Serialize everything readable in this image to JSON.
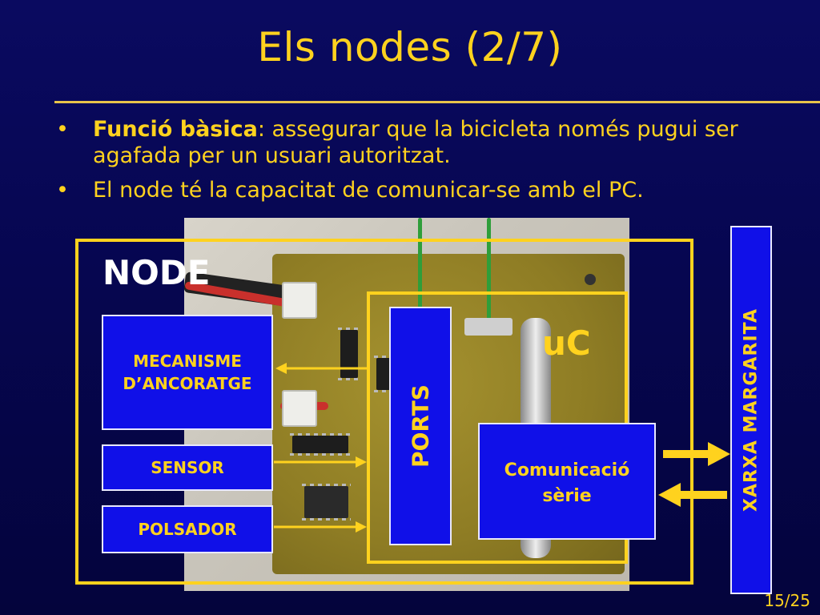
{
  "slide": {
    "title": "Els nodes (2/7)",
    "page_number": "15/25",
    "bullets": [
      {
        "bold": "Funció bàsica",
        "text": ": assegurar que la bicicleta només pugui ser agafada per un usuari autoritzat."
      },
      {
        "bold": "",
        "text": "El node té la capacitat  de comunicar-se amb el PC."
      }
    ],
    "bullet_symbol": "•"
  },
  "diagram": {
    "node_label": "NODE",
    "uc_label": "uC",
    "mecanisme_line1": "MECANISME",
    "mecanisme_line2": "D’ANCORATGE",
    "sensor": "SENSOR",
    "polsador": "POLSADOR",
    "ports": "PORTS",
    "comunicacio_line1": "Comunicació",
    "comunicacio_line2": "sèrie",
    "xarxa": "XARXA MARGARITA"
  },
  "colors": {
    "background": "#06064e",
    "accent_yellow": "#ffd21e",
    "box_blue": "#1010e8"
  }
}
